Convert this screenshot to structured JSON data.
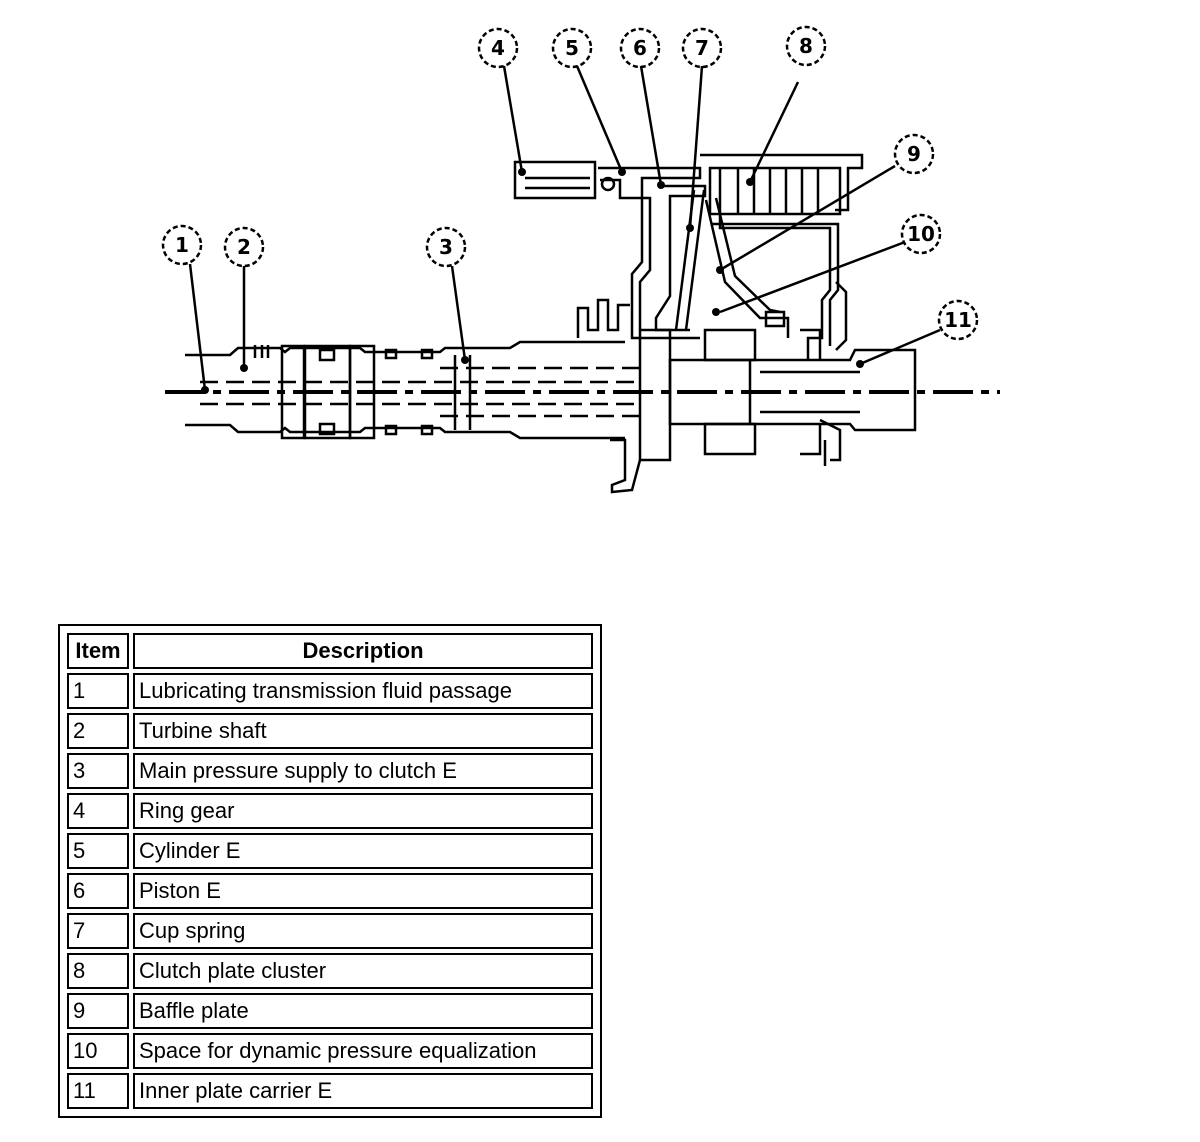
{
  "callouts": [
    "1",
    "2",
    "3",
    "4",
    "5",
    "6",
    "7",
    "8",
    "9",
    "10",
    "11"
  ],
  "table": {
    "headers": [
      "Item",
      "Description"
    ],
    "rows": [
      {
        "item": "1",
        "description": "Lubricating transmission fluid passage"
      },
      {
        "item": "2",
        "description": "Turbine shaft"
      },
      {
        "item": "3",
        "description": "Main pressure supply to clutch E"
      },
      {
        "item": "4",
        "description": "Ring gear"
      },
      {
        "item": "5",
        "description": "Cylinder E"
      },
      {
        "item": "6",
        "description": "Piston E"
      },
      {
        "item": "7",
        "description": "Cup spring"
      },
      {
        "item": "8",
        "description": "Clutch plate cluster"
      },
      {
        "item": "9",
        "description": "Baffle plate"
      },
      {
        "item": "10",
        "description": "Space for dynamic pressure equalization"
      },
      {
        "item": "11",
        "description": "Inner plate carrier E"
      }
    ]
  }
}
